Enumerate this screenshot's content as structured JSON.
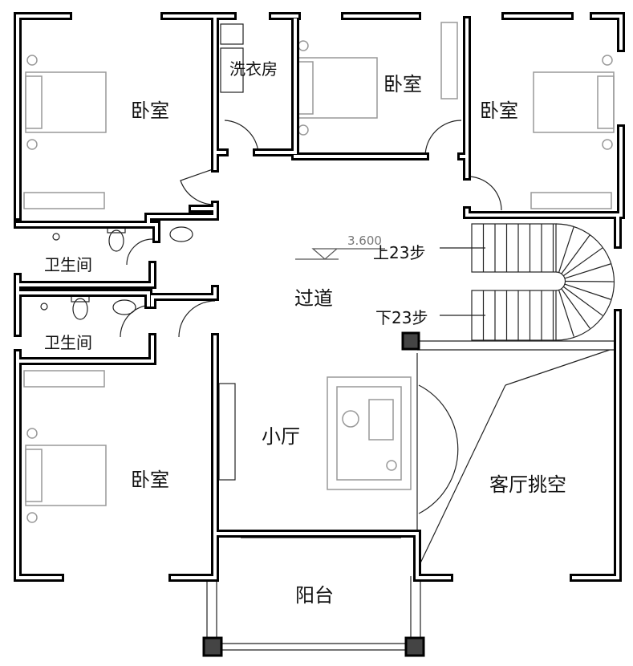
{
  "rooms": {
    "bedroom_top_left": "卧室",
    "laundry": "洗衣房",
    "bedroom_top_mid": "卧室",
    "bedroom_top_right": "卧室",
    "bathroom_1": "卫生间",
    "bathroom_2": "卫生间",
    "corridor": "过道",
    "small_hall": "小厅",
    "bedroom_bottom_left": "卧室",
    "living_void": "客厅挑空",
    "balcony": "阳台"
  },
  "stairs": {
    "up": "上23步",
    "down": "下23步"
  },
  "elevation": "3.600"
}
